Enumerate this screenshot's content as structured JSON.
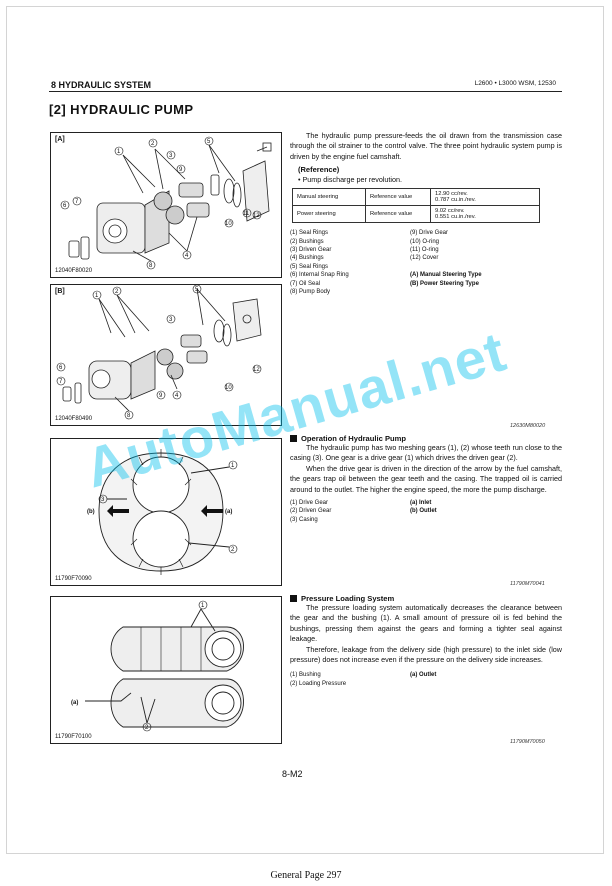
{
  "header": {
    "section": "8 HYDRAULIC SYSTEM",
    "models": "L2600 • L3000 WSM, 12530"
  },
  "title": "[2] HYDRAULIC PUMP",
  "figures": [
    {
      "label": "[A]",
      "code": "12040F80020"
    },
    {
      "label": "[B]",
      "code": "12040F80490"
    },
    {
      "label": "",
      "code": "11790F70090",
      "inlet_label": "(a)",
      "outlet_label": "(b)"
    },
    {
      "label": "",
      "code": "11790F70100",
      "inlet_label": "(a)"
    }
  ],
  "intro": "The hydraulic pump pressure-feeds the oil drawn from the transmission case through the oil strainer to the control valve. The three point hydraulic system pump is driven by the engine fuel camshaft.",
  "reference": {
    "title": "(Reference)",
    "bullet": "•  Pump discharge per revolution.",
    "rows": [
      {
        "type": "Manual steering",
        "label": "Reference value",
        "value1": "12.90 cc/rev.",
        "value2": "0.787 cu.in./rev."
      },
      {
        "type": "Power steering",
        "label": "Reference value",
        "value1": "9.02 cc/rev.",
        "value2": "0.551 cu.in./rev."
      }
    ]
  },
  "parts_left": [
    "(1)  Seal Rings",
    "(2)  Bushings",
    "(3)  Driven Gear",
    "(4)  Bushings",
    "(5)  Seal Rings",
    "(6)  Internal Snap Ring",
    "(7)  Oil Seal",
    "(8)  Pump Body"
  ],
  "parts_right": [
    "(9)  Drive Gear",
    "(10)  O-ring",
    "(11)  O-ring",
    "(12)  Cover",
    "",
    "(A)  Manual Steering Type",
    "(B)  Power Steering Type",
    ""
  ],
  "code1": "12630M80020",
  "operation": {
    "heading": "Operation of Hydraulic Pump",
    "p1": "The hydraulic pump has two meshing gears (1), (2) whose teeth run close to the casing (3). One gear is a drive gear (1) which drives the driven gear (2).",
    "p2": "When the drive gear is driven in the direction of the arrow by the fuel camshaft, the gears trap oil between the gear teeth and the casing. The trapped oil is carried around to the outlet. The higher the engine speed, the more the pump discharge.",
    "legend_left": [
      "(1)  Drive Gear",
      "(2)  Driven Gear",
      "(3)  Casing"
    ],
    "legend_right": [
      "(a)  Inlet",
      "(b)  Outlet",
      ""
    ],
    "code": "11790M70041"
  },
  "pressure": {
    "heading": "Pressure Loading System",
    "p1": "The pressure loading system automatically decreases the clearance between the gear and the bushing (1). A small amount of pressure oil is fed behind the bushings, pressing them against the gears and forming a tighter seal against leakage.",
    "p2": "Therefore, leakage from the delivery side (high pressure) to the inlet side (low pressure) does not increase even if the pressure on the delivery side increases.",
    "legend_left": [
      "(1)  Bushing",
      "(2)  Loading Pressure"
    ],
    "legend_right": [
      "(a)  Outlet",
      ""
    ],
    "code": "11790M70050"
  },
  "page_number": "8-M2",
  "footer": "General Page 297",
  "watermark": "AutoManual.net"
}
